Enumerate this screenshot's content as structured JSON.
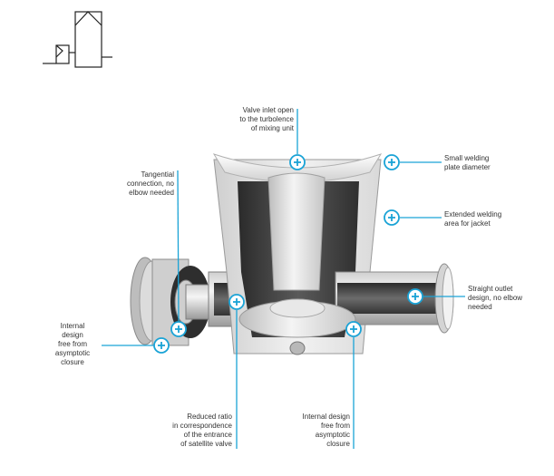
{
  "colors": {
    "accent": "#1aa3d6",
    "text": "#333333",
    "metal_light": "#e6e6e6",
    "metal_dark": "#3a3a3a"
  },
  "symbol": {
    "name": "valve-schematic-symbol"
  },
  "callouts": [
    {
      "id": "valve-inlet",
      "icon": "plus-circle-icon",
      "lines": [
        "Valve inlet open",
        "to the turbolence",
        "of mixing unit"
      ]
    },
    {
      "id": "small-welding-plate",
      "icon": "plus-circle-icon",
      "lines": [
        "Small welding",
        "plate diameter"
      ]
    },
    {
      "id": "tangential-connection",
      "icon": "plus-circle-icon",
      "lines": [
        "Tangential",
        "connection, no",
        "elbow needed"
      ]
    },
    {
      "id": "extended-welding",
      "icon": "plus-circle-icon",
      "lines": [
        "Extended welding",
        "area for jacket"
      ]
    },
    {
      "id": "straight-outlet",
      "icon": "plus-circle-icon",
      "lines": [
        "Straight outlet",
        "design, no elbow",
        "needed"
      ]
    },
    {
      "id": "internal-design-left",
      "icon": "plus-circle-icon",
      "lines": [
        "Internal",
        "design",
        "free from",
        "asymptotic",
        "closure"
      ]
    },
    {
      "id": "reduced-ratio",
      "icon": "plus-circle-icon",
      "lines": [
        "Reduced ratio",
        "in correspondence",
        "of the entrance",
        "of satellite valve"
      ]
    },
    {
      "id": "internal-design-bottom",
      "icon": "plus-circle-icon",
      "lines": [
        "Internal design",
        "free from",
        "asymptotic",
        "closure"
      ]
    }
  ]
}
